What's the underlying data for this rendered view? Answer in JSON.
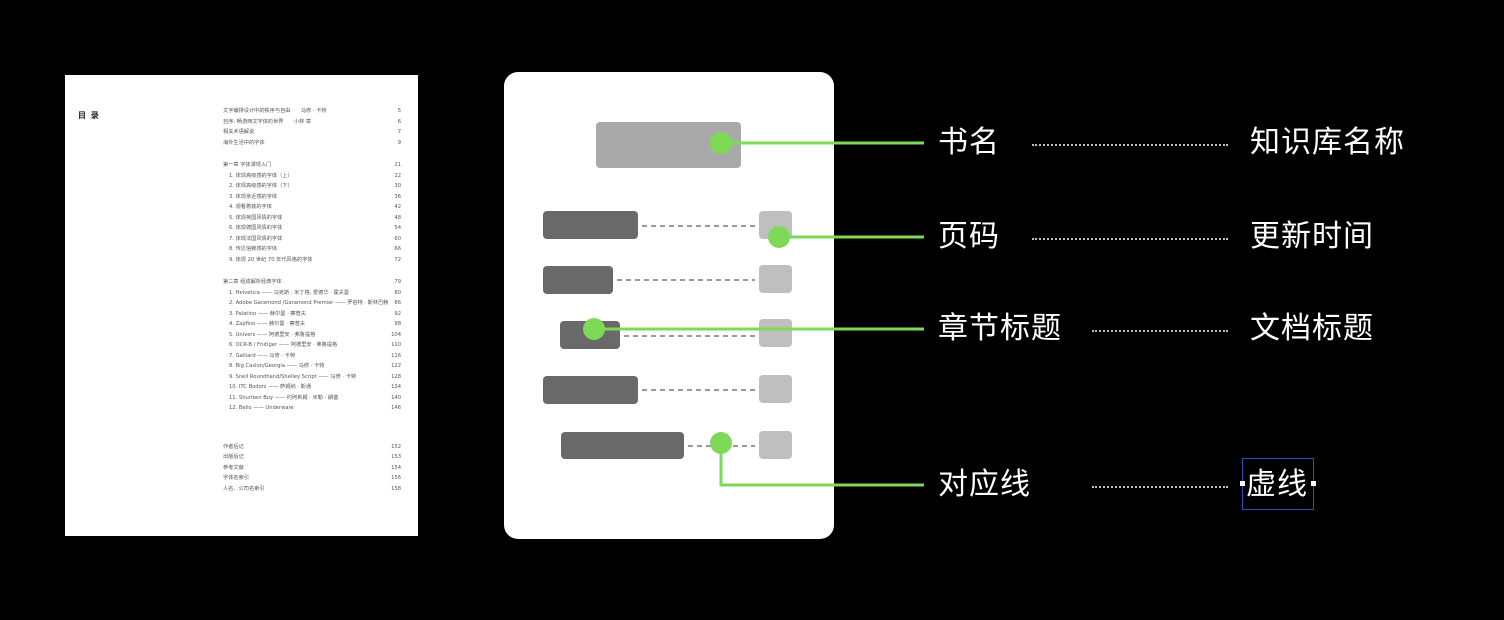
{
  "document": {
    "title": "目 录",
    "toc": [
      {
        "text": "文字编排设计中的秩序与自由　　马修 · 卡特",
        "page": "5",
        "sub": false
      },
      {
        "text": "自序: 畅游西文字体的世界　　小林 章",
        "page": "6",
        "sub": false
      },
      {
        "text": "相关术语解说",
        "page": "7",
        "sub": false
      },
      {
        "text": "海外生活中的字体",
        "page": "9",
        "sub": false
      },
      {
        "text": "第一章 字体漫现入门",
        "page": "21",
        "sub": false,
        "gap": true
      },
      {
        "text": "1. 体现高级感的字体（上）",
        "page": "22",
        "sub": true
      },
      {
        "text": "2. 体现高级感的字体（下）",
        "page": "30",
        "sub": true
      },
      {
        "text": "3. 体现亲近感的字体",
        "page": "36",
        "sub": true
      },
      {
        "text": "4. 观看着装的字体",
        "page": "42",
        "sub": true
      },
      {
        "text": "5. 体现英国风情的字体",
        "page": "48",
        "sub": true
      },
      {
        "text": "6. 体现德国风情的字体",
        "page": "54",
        "sub": true
      },
      {
        "text": "7. 体现法国风情的字体",
        "page": "60",
        "sub": true
      },
      {
        "text": "8. 传达信赖感的字体",
        "page": "66",
        "sub": true
      },
      {
        "text": "9. 体现 20 世纪 70 年代风格的字体",
        "page": "72",
        "sub": true
      },
      {
        "text": "第二章 组成解析经典字体",
        "page": "79",
        "sub": false,
        "gap": true
      },
      {
        "text": "1. Helvetica —— 马克斯 · 米丁格, 爱德华 · 霍夫曼",
        "page": "80",
        "sub": true
      },
      {
        "text": "2. Adobe Garamond /Garamond Premier —— 罗伯特 · 斯林巴赫",
        "page": "86",
        "sub": true
      },
      {
        "text": "3. Palatino —— 赫尔曼 · 察普夫",
        "page": "92",
        "sub": true
      },
      {
        "text": "4. Zapfino —— 赫尔曼 · 察普夫",
        "page": "98",
        "sub": true
      },
      {
        "text": "5. Univers —— 阿德里安 · 弗鲁提格",
        "page": "104",
        "sub": true
      },
      {
        "text": "6. OCR-B / Frutiger —— 阿德里安 · 弗鲁提格",
        "page": "110",
        "sub": true
      },
      {
        "text": "7. Galliard —— 马修 · 卡特",
        "page": "116",
        "sub": true
      },
      {
        "text": "8. Big Caslon/Georgia —— 马修 · 卡特",
        "page": "122",
        "sub": true
      },
      {
        "text": "9. Snell Roundhand/Shelley Script —— 马修 · 卡特",
        "page": "128",
        "sub": true
      },
      {
        "text": "10. ITC Bodoni —— 萨姆纳 · 斯通",
        "page": "134",
        "sub": true
      },
      {
        "text": "11. Shuriken Boy —— 约阿希姆 · 米勒 - 朗塞",
        "page": "140",
        "sub": true
      },
      {
        "text": "12. Bello —— Underware",
        "page": "146",
        "sub": true
      },
      {
        "text": "作者后记",
        "page": "152",
        "sub": false,
        "gap": "big"
      },
      {
        "text": "出版后记",
        "page": "153",
        "sub": false
      },
      {
        "text": "参考文献",
        "page": "154",
        "sub": false
      },
      {
        "text": "字体名索引",
        "page": "156",
        "sub": false
      },
      {
        "text": "人名、公司名索引",
        "page": "158",
        "sub": false
      }
    ]
  },
  "legend": [
    {
      "term": "书名",
      "meaning": "知识库名称"
    },
    {
      "term": "页码",
      "meaning": "更新时间"
    },
    {
      "term": "章节标题",
      "meaning": "文档标题"
    },
    {
      "term": "对应线",
      "meaning": "虚线"
    }
  ],
  "colors": {
    "background": "#000000",
    "wireframe_card": "#ffffff",
    "title_block": "#a9a9a9",
    "heading_block": "#696969",
    "page_block": "#bfbfbf",
    "accent_green": "#7ed957",
    "selection_border": "#2e4fb5"
  }
}
